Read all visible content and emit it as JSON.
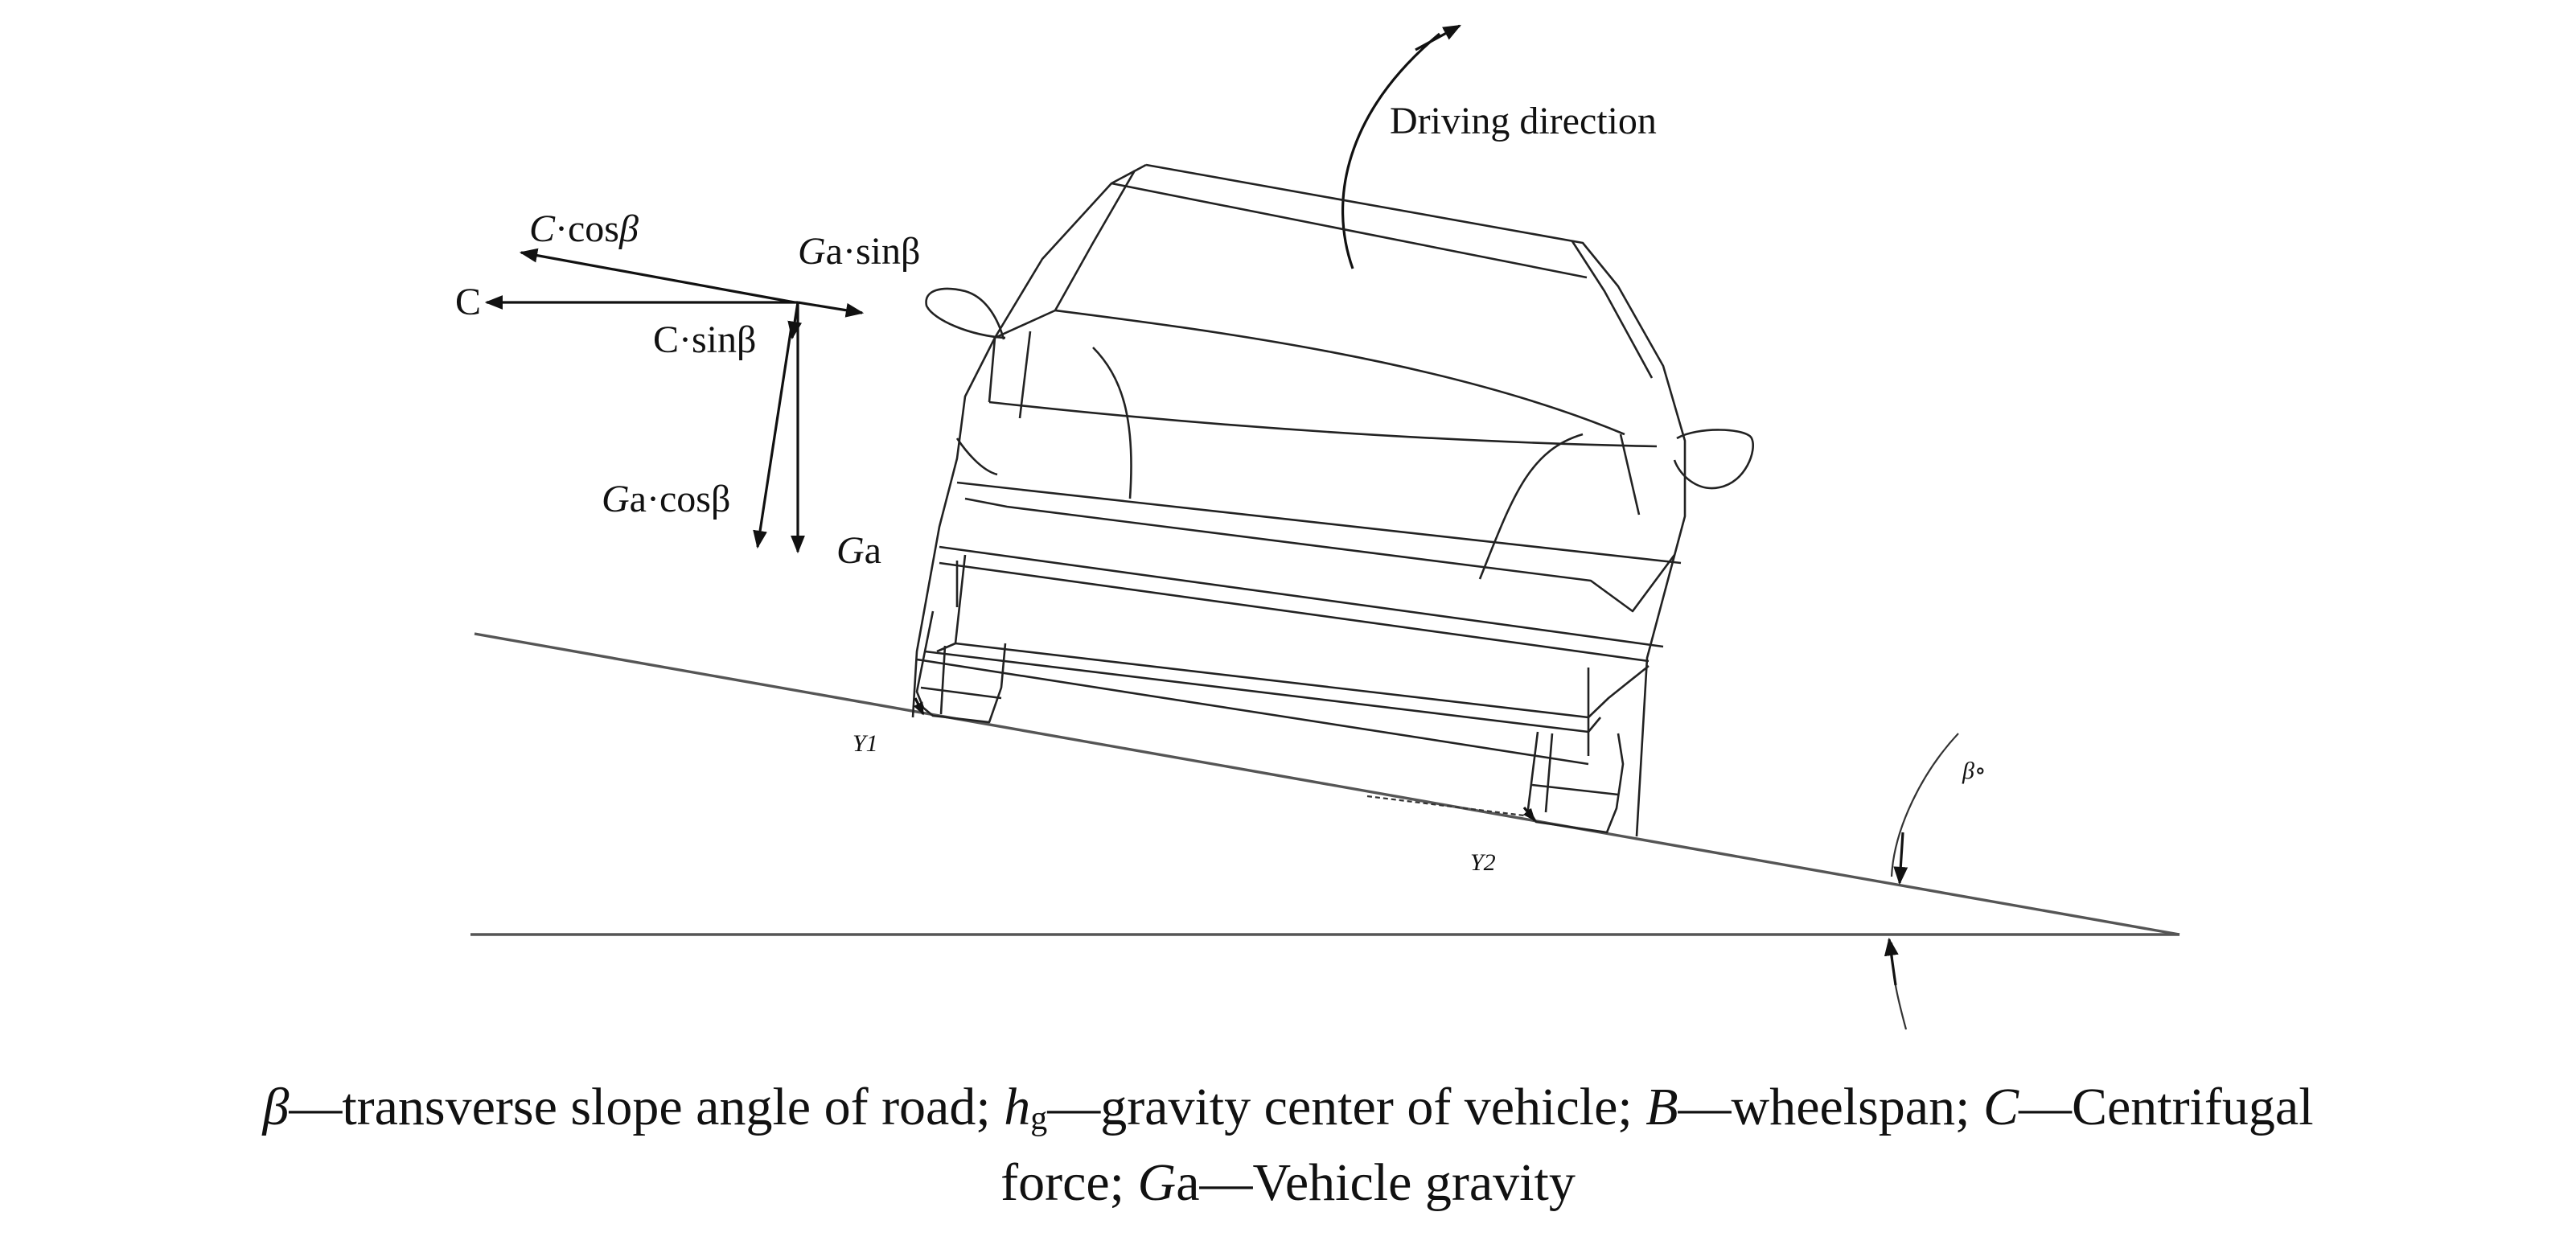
{
  "diagram": {
    "driving_direction": "Driving direction",
    "forces": {
      "c_cos_prefix": "C",
      "c_cos_rest": "·cos",
      "c_cos_beta": "β",
      "c": "C",
      "c_sin": "C·sinβ",
      "ga_sin_g": "G",
      "ga_sin_rest": "a·sinβ",
      "ga_cos_g": "G",
      "ga_cos_rest": "a·cosβ",
      "ga_g": "G",
      "ga_rest": "a"
    },
    "reactions": {
      "y1": "Y1",
      "y2": "Y2"
    },
    "angle_label": "β∘"
  },
  "caption": {
    "beta_symbol": "β",
    "beta_text": "—transverse slope angle of road; ",
    "h_symbol": "h",
    "h_sub": "g",
    "h_text": "—gravity center of vehicle; ",
    "b_symbol": "B",
    "b_text": "—wheelspan; ",
    "c_symbol": "C",
    "c_text": "—Centrifugal",
    "line2_prefix": "force; ",
    "ga_g": "G",
    "ga_text": "a—Vehicle gravity"
  }
}
